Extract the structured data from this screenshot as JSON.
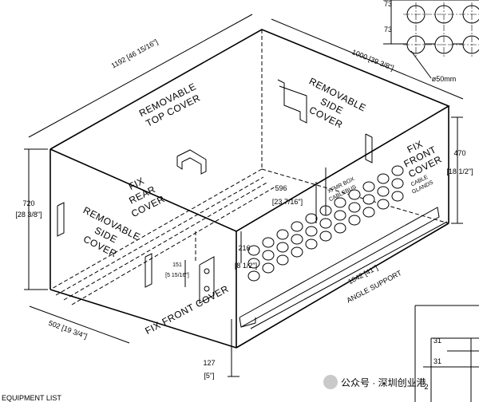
{
  "labels": {
    "removable_top_cover": [
      "REMOVABLE",
      "TOP COVER"
    ],
    "removable_side_cover_right": [
      "REMOVABLE",
      "SIDE",
      "COVER"
    ],
    "removable_side_cover_left": [
      "REMOVABLE",
      "SIDE",
      "COVER"
    ],
    "fix_rear_cover": [
      "FIX",
      "REAR",
      "COVER"
    ],
    "fix_front_cover_right": [
      "FIX",
      "FRONT",
      "COVER"
    ],
    "fix_front_cover_bottom": "FIX FRONT COVER",
    "xfmr_box": "XFMR BOX",
    "cablebus": "CABLEBUS",
    "cable_glands": [
      "CABLE",
      "GLANDS"
    ],
    "angle_support": "ANGLE SUPPORT",
    "hole_dia": "ø50mm",
    "equipment_list": "EQUIPMENT LIST"
  },
  "dimensions": {
    "length_1192": "1192 [46 15/16\"]",
    "depth_1000": "1000 [39 3/8\"]",
    "height_720_mm": "720",
    "height_720_in": "[28 3/8\"]",
    "height_470_mm": "470",
    "height_470_in": "[18 1/2\"]",
    "w_596": "596",
    "w_596_in": "[23 7/16\"]",
    "d_216": "216",
    "d_216_in": "[8 1/2\"]",
    "d_151": "151",
    "d_151_in": "[5 15/16\"]",
    "angle_1042": "1042 [41\"]",
    "d_502": "502 [19 3/4\"]",
    "d_127": "127",
    "d_127_in": "[5\"]",
    "d_73_a": "73",
    "d_73_b": "73",
    "d_31_a": "31",
    "d_31_b": "31",
    "d_2": "2"
  },
  "watermark": {
    "text": "公众号 · 深圳创业港"
  }
}
